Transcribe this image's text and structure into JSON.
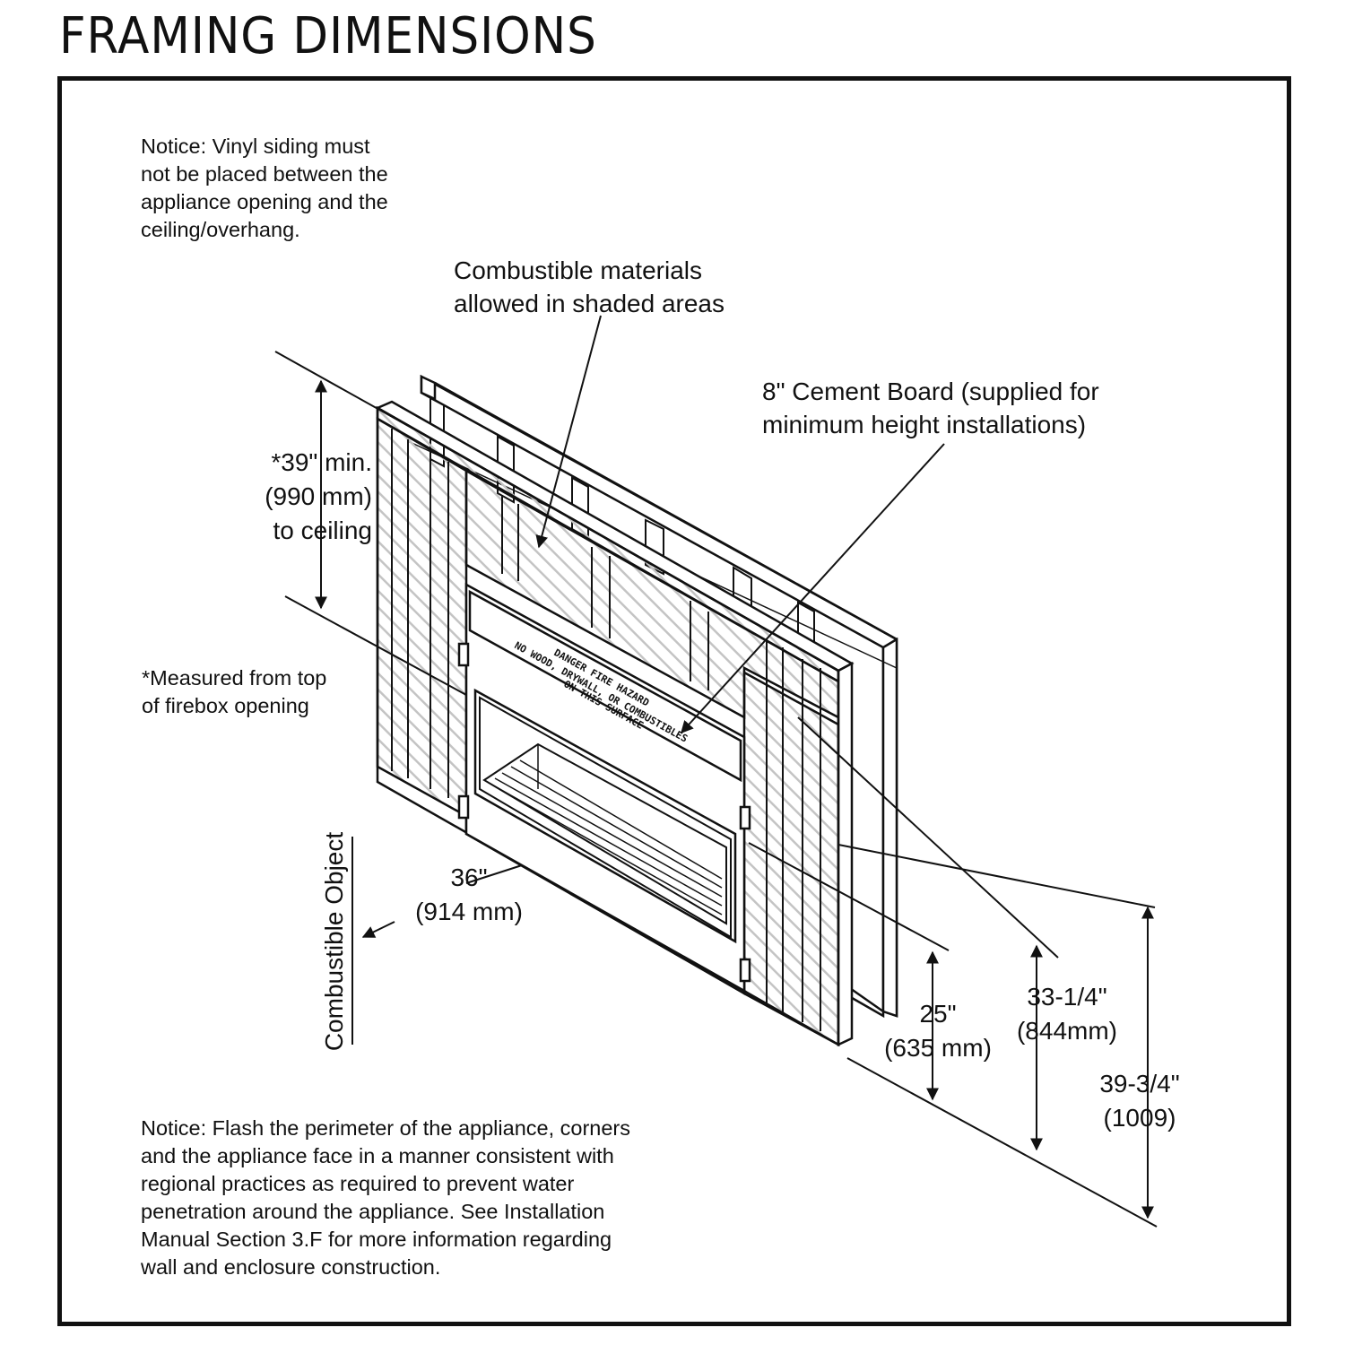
{
  "title": "FRAMING DIMENSIONS",
  "notices": {
    "top": [
      "Notice: Vinyl siding must",
      "not be placed between the",
      "appliance opening and the",
      "ceiling/overhang."
    ],
    "bottom": [
      "Notice: Flash the perimeter of the appliance, corners",
      "and the appliance face in a manner consistent with",
      "regional practices as required to prevent water",
      "penetration around the appliance. See Installation",
      "Manual Section 3.F for more information regarding",
      "wall and enclosure construction."
    ]
  },
  "callouts": {
    "combustible_materials": [
      "Combustible materials",
      "allowed in shaded areas"
    ],
    "cement_board": [
      "8\" Cement Board (supplied for",
      "minimum height installations)"
    ]
  },
  "measured_note": [
    "*Measured from top",
    "of firebox opening"
  ],
  "combustible_object_label": "Combustible Object",
  "dimensions": {
    "ceiling": [
      "*39\" min.",
      "(990 mm)",
      "to ceiling"
    ],
    "width": [
      "36\"",
      "(914 mm)"
    ],
    "height_25": [
      "25\"",
      "(635 mm)"
    ],
    "height_33": [
      "33-1/4\"",
      "(844mm)"
    ],
    "height_39": [
      "39-3/4\"",
      "(1009)"
    ]
  },
  "warning_plate_text": [
    "DANGER FIRE HAZARD",
    "NO WOOD, DRYWALL, OR COMBUSTIBLES",
    "ON THIS SURFACE"
  ],
  "colors": {
    "line": "#111111",
    "hatch": "#bdbdbd",
    "background": "#ffffff"
  }
}
